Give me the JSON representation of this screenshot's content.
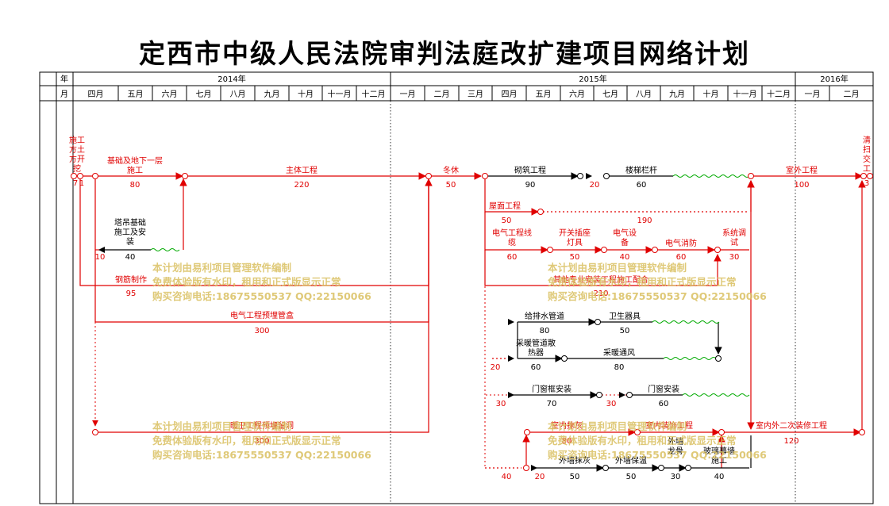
{
  "title": "定西市中级人民法院审判法庭改扩建项目网络计划",
  "header": {
    "row_year": "年",
    "row_month": "月",
    "years": [
      "2014年",
      "2015年",
      "2016年"
    ],
    "months": [
      "四月",
      "五月",
      "六月",
      "七月",
      "八月",
      "九月",
      "十月",
      "十一月",
      "十二月",
      "一月",
      "二月",
      "三月",
      "四月",
      "五月",
      "六月",
      "七月",
      "八月",
      "九月",
      "十月",
      "十一月",
      "十二月",
      "一月",
      "二月"
    ]
  },
  "colors": {
    "critical": "#e00000",
    "normal": "#000000",
    "float": "#00aa00",
    "watermark": "#d9c060"
  },
  "activities": [
    {
      "id": "a1",
      "name": "施工方土方开挖",
      "duration": "7",
      "critical": true
    },
    {
      "id": "a1b",
      "name": "",
      "duration": "1",
      "critical": true
    },
    {
      "id": "a2",
      "name": "基础及地下一层施工",
      "duration": "80",
      "critical": true
    },
    {
      "id": "a3",
      "name": "主体工程",
      "duration": "220",
      "critical": true
    },
    {
      "id": "a4",
      "name": "冬休",
      "duration": "50",
      "critical": true
    },
    {
      "id": "a5",
      "name": "砌筑工程",
      "duration": "90",
      "critical": false
    },
    {
      "id": "a6",
      "name": "",
      "duration": "20",
      "critical": true
    },
    {
      "id": "a7",
      "name": "楼梯栏杆",
      "duration": "60",
      "critical": false
    },
    {
      "id": "a8",
      "name": "室外工程",
      "duration": "100",
      "critical": true
    },
    {
      "id": "a9",
      "name": "清扫交工",
      "duration": "3",
      "critical": true
    },
    {
      "id": "a10",
      "name": "屋面工程",
      "duration": "50",
      "critical": true
    },
    {
      "id": "a11",
      "name": "",
      "duration": "190",
      "critical": true
    },
    {
      "id": "a12",
      "name": "塔吊基础施工及安装",
      "duration": "40",
      "critical": false
    },
    {
      "id": "a12b",
      "name": "",
      "duration": "10",
      "critical": true
    },
    {
      "id": "a13",
      "name": "电气工程线缆",
      "duration": "60",
      "critical": true
    },
    {
      "id": "a14",
      "name": "开关插座灯具",
      "duration": "50",
      "critical": true
    },
    {
      "id": "a15",
      "name": "电气设备",
      "duration": "40",
      "critical": true
    },
    {
      "id": "a16",
      "name": "电气消防",
      "duration": "60",
      "critical": true
    },
    {
      "id": "a17",
      "name": "系统调试",
      "duration": "30",
      "critical": true
    },
    {
      "id": "a18",
      "name": "钢筋制作",
      "duration": "95",
      "critical": true
    },
    {
      "id": "a19",
      "name": "其他专业安装工程施工配合",
      "duration": "210",
      "critical": true
    },
    {
      "id": "a20",
      "name": "电气工程预埋管盒",
      "duration": "300",
      "critical": true
    },
    {
      "id": "a21",
      "name": "给排水管道",
      "duration": "80",
      "critical": false
    },
    {
      "id": "a22",
      "name": "卫生器具",
      "duration": "50",
      "critical": false
    },
    {
      "id": "a23",
      "name": "采暖管道散热器",
      "duration": "60",
      "critical": false
    },
    {
      "id": "a23b",
      "name": "",
      "duration": "20",
      "critical": true
    },
    {
      "id": "a24",
      "name": "采暖通风",
      "duration": "80",
      "critical": false
    },
    {
      "id": "a25",
      "name": "门窗框安装",
      "duration": "70",
      "critical": false
    },
    {
      "id": "a25b",
      "name": "",
      "duration": "30",
      "critical": true
    },
    {
      "id": "a26",
      "name": "门窗安装",
      "duration": "60",
      "critical": false
    },
    {
      "id": "a26b",
      "name": "",
      "duration": "30",
      "critical": true
    },
    {
      "id": "a27",
      "name": "暖卫工程预埋留洞",
      "duration": "300",
      "critical": true
    },
    {
      "id": "a28",
      "name": "室内抹灰",
      "duration": "80",
      "critical": true
    },
    {
      "id": "a29",
      "name": "室内装饰工程",
      "duration": "",
      "critical": true
    },
    {
      "id": "a30",
      "name": "室内外二次装修工程",
      "duration": "120",
      "critical": true
    },
    {
      "id": "a31",
      "name": "外墙抹灰",
      "duration": "50",
      "critical": false
    },
    {
      "id": "a32",
      "name": "外墙保温",
      "duration": "50",
      "critical": false
    },
    {
      "id": "a33",
      "name": "外墙龙骨",
      "duration": "30",
      "critical": false
    },
    {
      "id": "a34",
      "name": "玻璃幕墙施工",
      "duration": "40",
      "critical": false
    },
    {
      "id": "a35",
      "name": "",
      "duration": "40",
      "critical": true
    },
    {
      "id": "a36",
      "name": "",
      "duration": "20",
      "critical": true
    }
  ],
  "watermark": {
    "line1": "本计划由易利项目管理软件编制",
    "line2": "免费体验版有水印，租用和正式版显示正常",
    "line3": "购买咨询电话:18675550537 QQ:22150066"
  }
}
